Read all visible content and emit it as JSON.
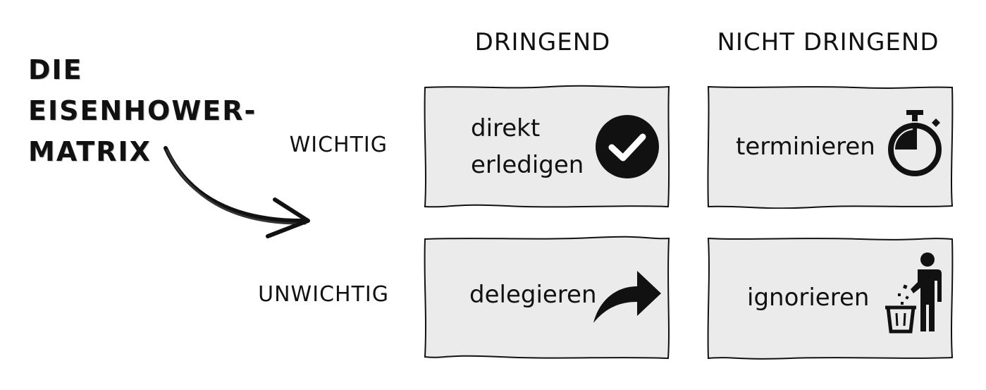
{
  "title": {
    "line1": "DIE",
    "line2": "EISENHOWER-",
    "line3": "MATRIX"
  },
  "columns": {
    "urgent": "DRINGEND",
    "not_urgent": "NICHT DRINGEND"
  },
  "rows": {
    "important": "WICHTIG",
    "unimportant": "UNWICHTIG"
  },
  "quadrants": {
    "do_now": {
      "line1": "direkt",
      "line2": "erledigen",
      "icon": "checkmark-circle-icon"
    },
    "schedule": {
      "label": "terminieren",
      "icon": "stopwatch-icon"
    },
    "delegate": {
      "label": "delegieren",
      "icon": "forward-arrow-icon"
    },
    "eliminate": {
      "label": "ignorieren",
      "icon": "trash-person-icon"
    }
  },
  "colors": {
    "card_fill": "#ebebeb",
    "ink": "#111111",
    "background": "#ffffff"
  }
}
